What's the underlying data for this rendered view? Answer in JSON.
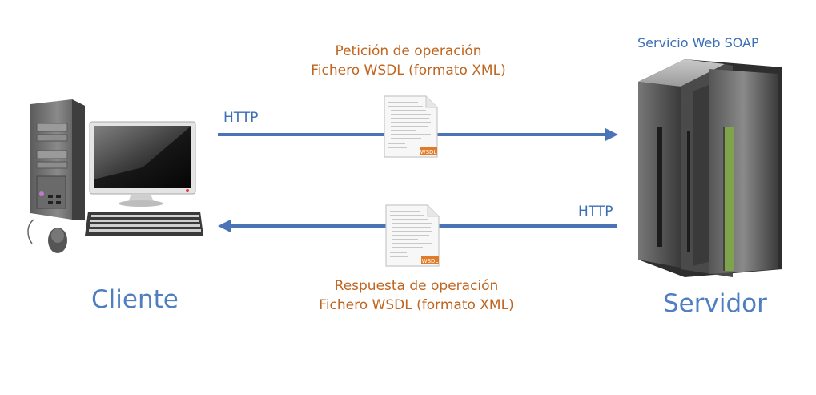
{
  "server_title": "Servicio Web SOAP",
  "request": {
    "line1": "Petición de operación",
    "line2": "Fichero WSDL (formato XML)",
    "protocol": "HTTP"
  },
  "response": {
    "line1": "Respuesta de operación",
    "line2": "Fichero WSDL (formato XML)",
    "protocol": "HTTP"
  },
  "client_label": "Cliente",
  "server_label": "Servidor",
  "wsdl_badge": "WSDL",
  "colors": {
    "arrow": "#4a74b6",
    "label_orange": "#c0651f",
    "label_blue": "#4f7fc0",
    "wsdl_badge": "#e07b2a"
  }
}
